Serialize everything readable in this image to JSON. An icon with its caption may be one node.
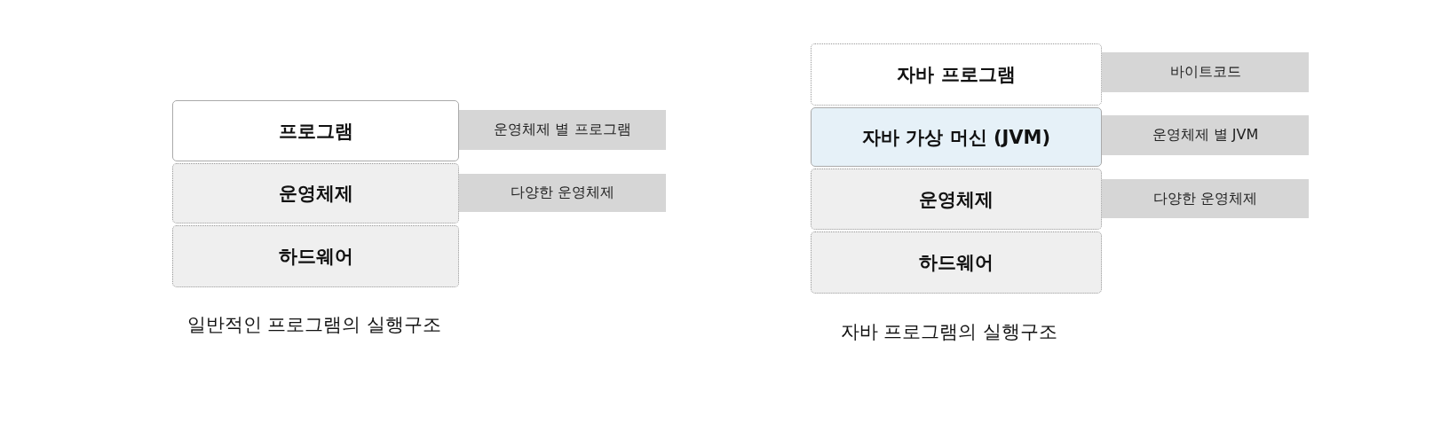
{
  "diagram": {
    "nodes": [
      {
        "text": [
          "프로그램"
        ]
      },
      {
        "text": [
          "운영체제"
        ]
      },
      {
        "text": [
          "하드웨어"
        ]
      },
      {
        "text": [
          "운영체제 별 프로그램"
        ]
      },
      {
        "text": [
          "다양한 운영체제"
        ]
      },
      {
        "text": [
          "자바 프로그램"
        ]
      },
      {
        "text": [
          "자바 가상 머신 (JVM)"
        ]
      },
      {
        "text": [
          "운영체제"
        ]
      },
      {
        "text": [
          "하드웨어"
        ]
      },
      {
        "text": [
          "바이트코드"
        ]
      },
      {
        "text": [
          "운영체제 별 JVM"
        ]
      },
      {
        "text": [
          "다양한 운영체제"
        ]
      }
    ],
    "edges": [],
    "labels": [
      "일반적인 프로그램의 실행구조",
      "자바 프로그램의 실행구조"
    ]
  }
}
